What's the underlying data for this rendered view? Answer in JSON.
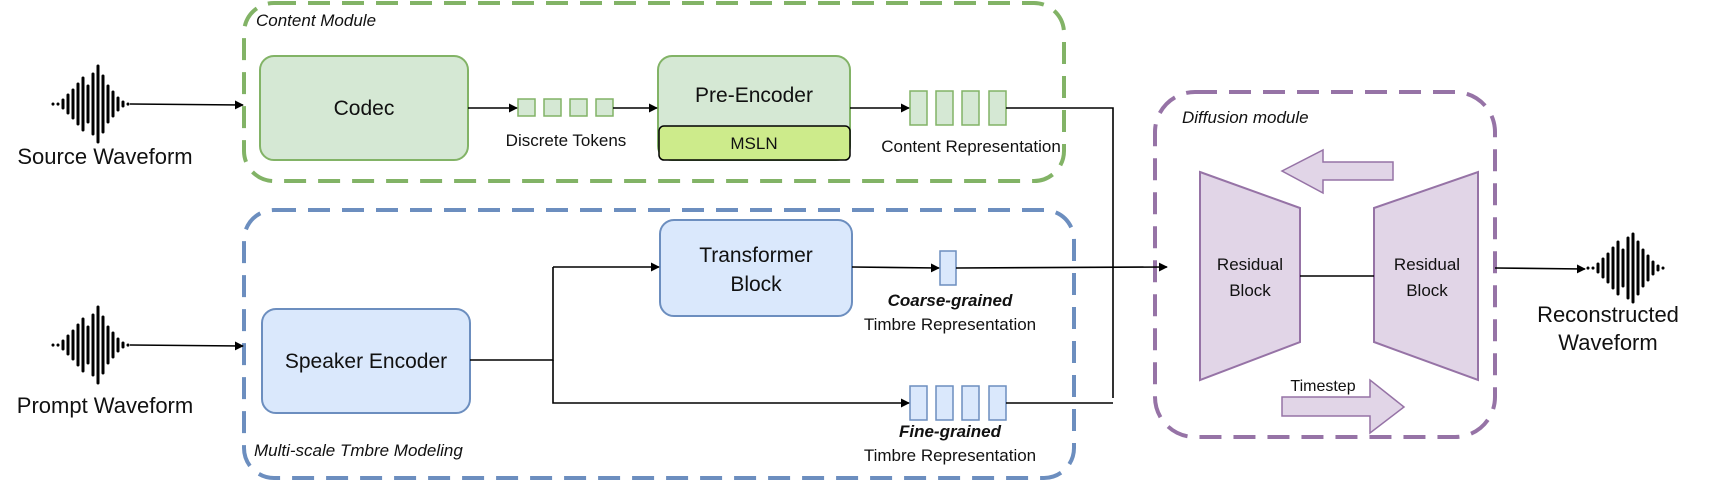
{
  "modules": {
    "content": "Content Module",
    "timbre": "Multi-scale Tmbre Modeling",
    "diffusion": "Diffusion module"
  },
  "inputs": {
    "source": "Source Waveform",
    "prompt": "Prompt Waveform"
  },
  "output": {
    "line1": "Reconstructed",
    "line2": "Waveform"
  },
  "blocks": {
    "codec": "Codec",
    "pre_encoder": "Pre-Encoder",
    "msln": "MSLN",
    "transformer_line1": "Transformer",
    "transformer_line2": "Block",
    "speaker_encoder": "Speaker Encoder",
    "residual_line1": "Residual",
    "residual_line2": "Block"
  },
  "labels": {
    "discrete_tokens": "Discrete Tokens",
    "content_representation": "Content Representation",
    "coarse_grained": "Coarse-grained",
    "fine_grained": "Fine-grained",
    "timbre_representation": "Timbre Representation",
    "timestep": "Timestep"
  },
  "colors": {
    "content_border": "#82b366",
    "timbre_border": "#6c8ebf",
    "diffusion_border": "#9673a6",
    "green_fill": "#d5e8d4",
    "msln_fill": "#cdeb8b",
    "blue_fill": "#dae8fc",
    "purple_fill": "#e1d5e7"
  }
}
